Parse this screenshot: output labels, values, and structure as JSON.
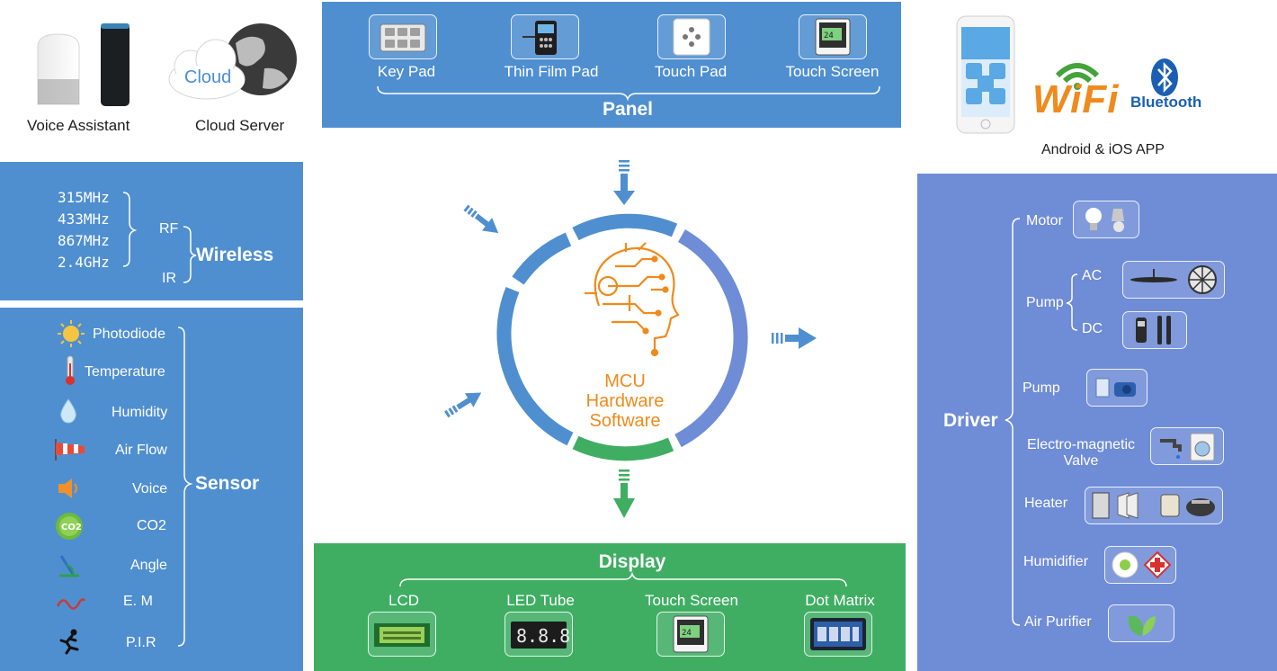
{
  "top_left": {
    "voice_assistant_label": "Voice Assistant",
    "cloud_server_label": "Cloud Server",
    "cloud_text": "Cloud"
  },
  "panel": {
    "title": "Panel",
    "items": [
      {
        "label": "Key Pad",
        "icon": "key-pad-icon"
      },
      {
        "label": "Thin Film Pad",
        "icon": "thin-film-pad-icon"
      },
      {
        "label": "Touch Pad",
        "icon": "touch-pad-icon"
      },
      {
        "label": "Touch Screen",
        "icon": "touch-screen-icon"
      }
    ]
  },
  "top_right": {
    "wifi_text": "WiFi",
    "bluetooth_text": "Bluetooth",
    "app_label": "Android & iOS APP"
  },
  "wireless": {
    "frequencies": [
      "315MHz",
      "433MHz",
      "867MHz",
      "2.4GHz"
    ],
    "rf": "RF",
    "ir": "IR",
    "title": "Wireless"
  },
  "sensor": {
    "title": "Sensor",
    "items": [
      {
        "label": "Photodiode",
        "icon": "sun-icon"
      },
      {
        "label": "Temperature",
        "icon": "thermometer-icon"
      },
      {
        "label": "Humidity",
        "icon": "water-drop-icon"
      },
      {
        "label": "Air Flow",
        "icon": "windsock-icon"
      },
      {
        "label": "Voice",
        "icon": "speaker-icon"
      },
      {
        "label": "CO2",
        "icon": "co2-icon"
      },
      {
        "label": "Angle",
        "icon": "angle-icon"
      },
      {
        "label": "E. M",
        "icon": "em-wave-icon"
      },
      {
        "label": "P.I.R",
        "icon": "running-man-icon"
      }
    ],
    "co2_badge": "CO2"
  },
  "center": {
    "line1": "MCU",
    "line2": "Hardware",
    "line3": "Software"
  },
  "display": {
    "title": "Display",
    "items": [
      {
        "label": "LCD",
        "icon": "lcd-icon"
      },
      {
        "label": "LED Tube",
        "icon": "led-tube-icon"
      },
      {
        "label": "Touch Screen",
        "icon": "touch-screen-icon"
      },
      {
        "label": "Dot Matrix",
        "icon": "dot-matrix-icon"
      }
    ],
    "led_digits": "8.8.8."
  },
  "driver": {
    "title": "Driver",
    "motor": "Motor",
    "pump_group": "Pump",
    "ac": "AC",
    "dc": "DC",
    "pump": "Pump",
    "valve_line1": "Electro-magnetic",
    "valve_line2": "Valve",
    "heater": "Heater",
    "humidifier": "Humidifier",
    "air_purifier": "Air Purifier"
  },
  "colors": {
    "blue_panel": "#4f8fd0",
    "violet_panel": "#6f8cd6",
    "green_panel": "#3fae63",
    "mcu_orange": "#f08a1c"
  }
}
